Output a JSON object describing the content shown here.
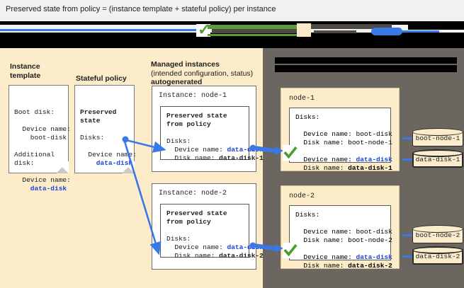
{
  "caption": "Preserved state from policy = (instance template + stateful policy) per instance",
  "colors": {
    "panel_left_bg": "#fcecc9",
    "panel_right_bg": "#6b6660",
    "accent_blue": "#1a46d8",
    "connector_blue": "#3b78e7",
    "check_green": "#5c9b37",
    "redaction": "#000000"
  },
  "columns": {
    "instance_template": {
      "title": "Instance\ntemplate",
      "card": {
        "lines": [
          {
            "text": "Boot disk:",
            "style": "plain"
          },
          {
            "text": "",
            "style": "plain"
          },
          {
            "text": "  Device name:",
            "style": "plain"
          },
          {
            "text": "    boot-disk",
            "style": "plain"
          },
          {
            "text": "",
            "style": "plain"
          },
          {
            "text": "Additional",
            "style": "plain"
          },
          {
            "text": "disk:",
            "style": "plain"
          },
          {
            "text": "",
            "style": "plain"
          },
          {
            "text": "  Device name:",
            "style": "plain"
          },
          {
            "text": "    data-disk",
            "style": "blue"
          }
        ]
      }
    },
    "stateful_policy": {
      "title": "Stateful policy",
      "card": {
        "lines": [
          {
            "text": "Preserved",
            "style": "bold"
          },
          {
            "text": "state",
            "style": "bold"
          },
          {
            "text": "",
            "style": "plain"
          },
          {
            "text": "Disks:",
            "style": "plain"
          },
          {
            "text": "",
            "style": "plain"
          },
          {
            "text": "  Device name:",
            "style": "plain"
          },
          {
            "text": "    data-disk",
            "style": "blue"
          }
        ]
      }
    },
    "managed_instances": {
      "title_line1": "Managed instances",
      "title_line2": "(intended configuration, status)",
      "title_line3": "autogenerated",
      "instances": [
        {
          "label": "Instance: node-1",
          "inner": {
            "heading_line1": "Preserved state",
            "heading_line2": "from policy",
            "disks_label": "Disks:",
            "device_name_label": "  Device name: ",
            "device_name_value": "data-disk",
            "disk_name_label": "  Disk name: ",
            "disk_name_value": "data-disk-1"
          }
        },
        {
          "label": "Instance: node-2",
          "inner": {
            "heading_line1": "Preserved state",
            "heading_line2": "from policy",
            "disks_label": "Disks:",
            "device_name_label": "  Device name: ",
            "device_name_value": "data-disk",
            "disk_name_label": "  Disk name: ",
            "disk_name_value": "data-disk-2"
          }
        }
      ]
    },
    "right_panel": {
      "header_redacted_line1": "",
      "header_redacted_line2": "",
      "nodes": [
        {
          "label": "node-1",
          "disks_label": "Disks:",
          "boot": {
            "device_name_label": "  Device name: ",
            "device_name_value": "boot-disk",
            "disk_name_label": "  Disk name: ",
            "disk_name_value": "boot-node-1"
          },
          "data": {
            "device_name_label": "  Device name: ",
            "device_name_value": "data-disk",
            "disk_name_label": "  Disk name: ",
            "disk_name_value": "data-disk-1"
          },
          "disk_shapes": [
            {
              "name": "boot-node-1",
              "emphasis": "normal"
            },
            {
              "name": "data-disk-1",
              "emphasis": "thick"
            }
          ]
        },
        {
          "label": "node-2",
          "disks_label": "Disks:",
          "boot": {
            "device_name_label": "  Device name: ",
            "device_name_value": "boot-disk",
            "disk_name_label": "  Disk name: ",
            "disk_name_value": "boot-node-2"
          },
          "data": {
            "device_name_label": "  Device name: ",
            "device_name_value": "data-disk",
            "disk_name_label": "  Disk name: ",
            "disk_name_value": "data-disk-2"
          },
          "disk_shapes": [
            {
              "name": "boot-node-2",
              "emphasis": "normal"
            },
            {
              "name": "data-disk-2",
              "emphasis": "thick"
            }
          ]
        }
      ]
    }
  },
  "icons": {
    "check": "check-mark-icon",
    "disk": "disk-cylinder-icon",
    "arrow": "arrow-icon"
  }
}
